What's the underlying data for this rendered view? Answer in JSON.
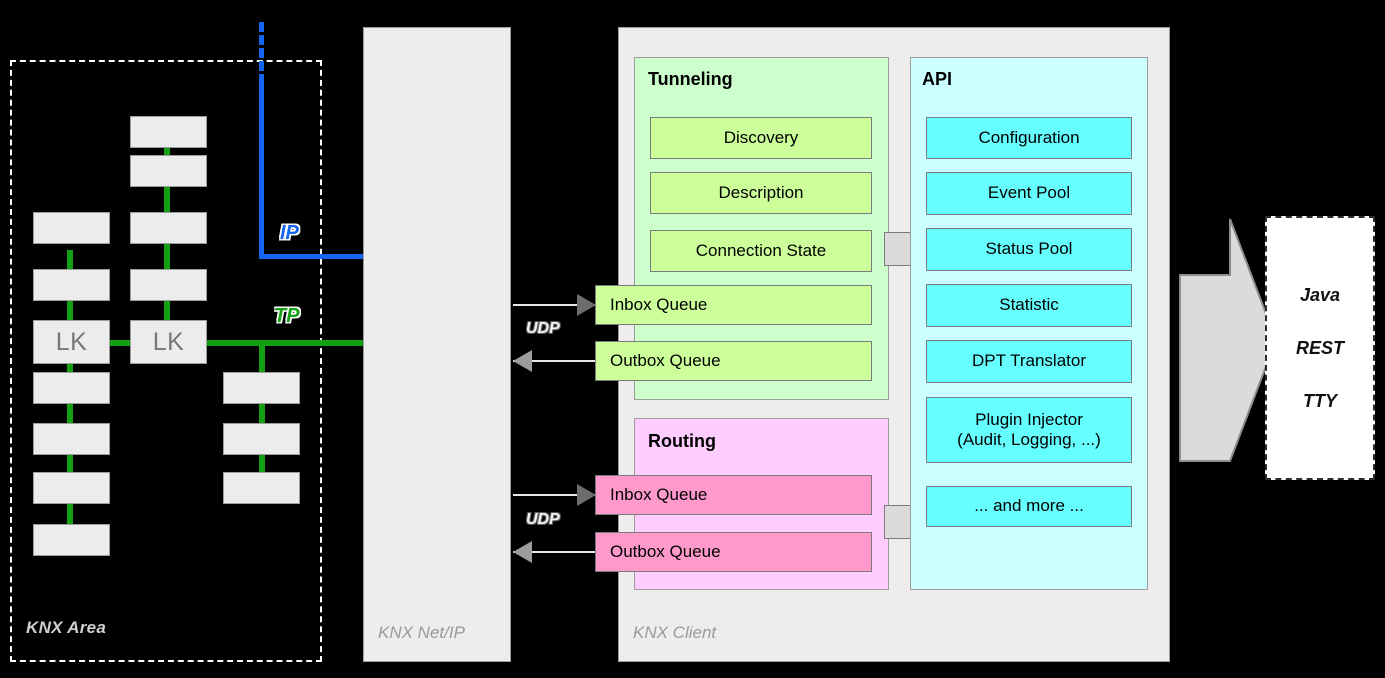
{
  "knx_area": {
    "label": "KNX Area",
    "line_labels": {
      "ip": "IP",
      "tp": "TP"
    },
    "coupler_label": "LK",
    "devices_note": ""
  },
  "netip_panel": {
    "label": "KNX Net/IP"
  },
  "client_panel": {
    "label": "KNX Client",
    "groups": [
      {
        "title": "Tunneling",
        "tiles": [
          "Discovery",
          "Description",
          "Connection State"
        ],
        "queues": [
          "Inbox Queue",
          "Outbox Queue"
        ]
      },
      {
        "title": "Routing",
        "tiles": [],
        "queues": [
          "Inbox Queue",
          "Outbox Queue"
        ]
      },
      {
        "title": "API",
        "tiles": [
          "Configuration",
          "Event Pool",
          "Status  Pool",
          "Statistic",
          "DPT Translator",
          "Plugin Injector\n(Audit, Logging, ...)",
          "... and more ..."
        ],
        "queues": []
      }
    ]
  },
  "transport": {
    "tunneling_protocol": "UDP",
    "routing_protocol": "UDP"
  },
  "consumer": {
    "items": [
      "Java",
      "REST",
      "TTY"
    ]
  },
  "colors": {
    "background": "#000000",
    "tunneling_group": "#ccffcc",
    "tunneling_tile": "#ccff99",
    "routing_group": "#ffccff",
    "routing_tile": "#ff99cc",
    "api_group": "#ccffff",
    "api_tile": "#66ffff",
    "panel": "#eeecec",
    "device": "#ececec",
    "tp_line": "#12a012",
    "ip_line": "#1565f0",
    "arrow_fill": "#dcdada"
  }
}
